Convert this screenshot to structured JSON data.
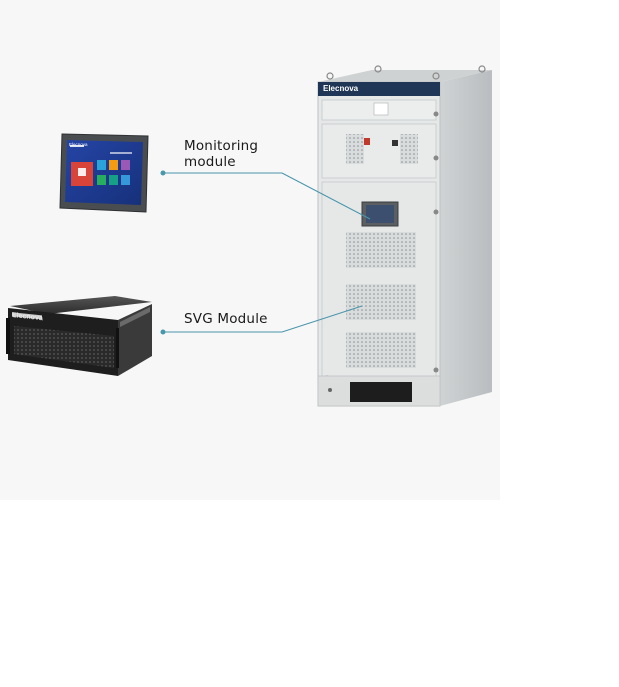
{
  "labels": {
    "monitoring": "Monitoring\nmodule",
    "svg_module": "SVG Module"
  },
  "brand": {
    "name": "Elecnova"
  },
  "colors": {
    "background_panel": "#f7f7f7",
    "leader_line": "#4a96ac",
    "cabinet_body": "#e4e6e6",
    "cabinet_header": "#1f3657",
    "door_latch": "#c0392b",
    "screen_blue": "#1e3a8a"
  },
  "icons": [
    "monitoring-screen-icon",
    "svg-module-icon",
    "cabinet-icon",
    "warning-lamp-icon"
  ]
}
